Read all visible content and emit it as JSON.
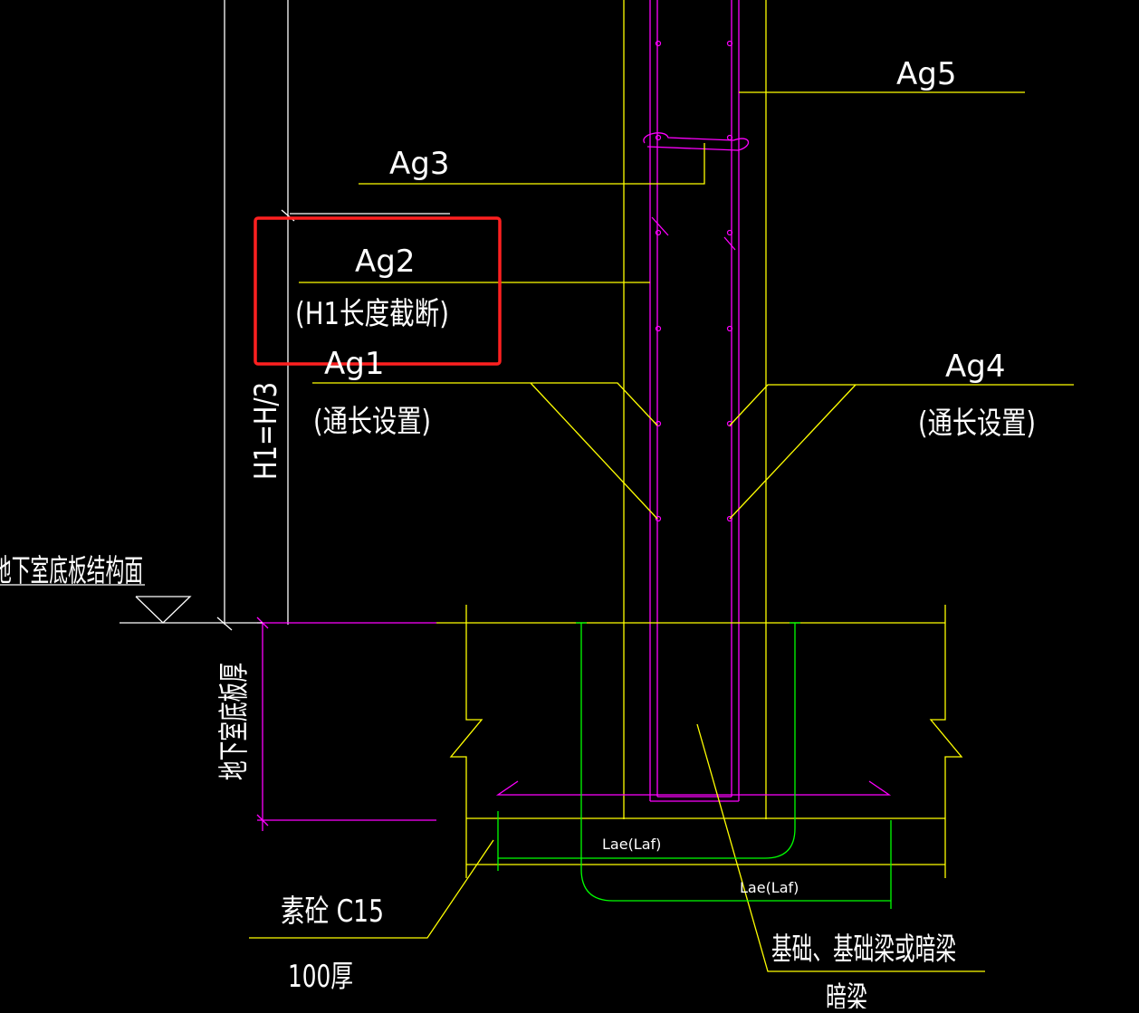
{
  "colors": {
    "background": "#000000",
    "yellow": "#ffff00",
    "white": "#ffffff",
    "magenta": "#ff00ff",
    "green": "#00ff00",
    "highlight_red": "#ff2020"
  },
  "labels": {
    "ag5": "Ag5",
    "ag3": "Ag3",
    "ag2": "Ag2",
    "ag2_note": "(H1长度截断)",
    "ag1": "Ag1",
    "ag1_note": "(通长设置)",
    "ag4": "Ag4",
    "ag4_note": "(通长设置)",
    "h1_dim": "H1=H/3",
    "slab_surface": "地下室底板结构面",
    "slab_thickness": "地下室底板厚",
    "lae_upper": "Lae(Laf)",
    "lae_lower": "Lae(Laf)",
    "concrete": "素砼  C15",
    "concrete_thickness": "100厚",
    "foundation": "基础、基础梁或暗梁",
    "hidden_beam": "暗梁"
  }
}
